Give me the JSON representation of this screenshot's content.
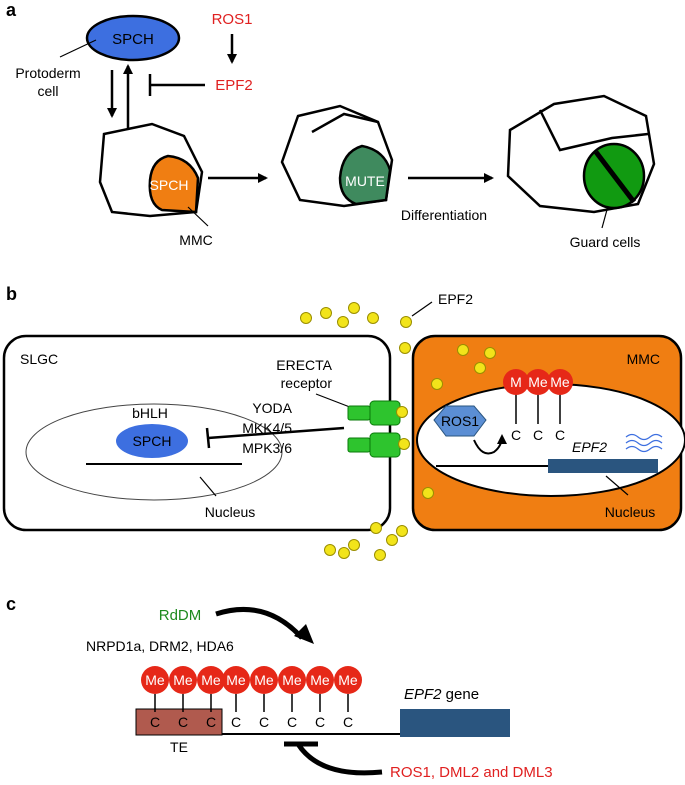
{
  "panel_a": {
    "label": "a",
    "spch_top": "SPCH",
    "ros1": "ROS1",
    "epf2": "EPF2",
    "protoderm_line1": "Protoderm",
    "protoderm_line2": "cell",
    "spch_cell": "SPCH",
    "mmc": "MMC",
    "mute": "MUTE",
    "differentiation": "Differentiation",
    "guard_cells": "Guard cells"
  },
  "panel_b": {
    "label": "b",
    "epf2": "EPF2",
    "slgc": "SLGC",
    "erecta_line1": "ERECTA",
    "erecta_line2": "receptor",
    "yoda": "YODA",
    "mkk": "MKK4/5",
    "mpk": "MPK3/6",
    "bhlh": "bHLH",
    "spch": "SPCH",
    "nucleus_left": "Nucleus",
    "mmc": "MMC",
    "ros1": "ROS1",
    "me_labels": [
      "M",
      "Me",
      "Me"
    ],
    "c_labels": [
      "C",
      "C",
      "C"
    ],
    "epf2_gene": "EPF2",
    "nucleus_right": "Nucleus"
  },
  "panel_c": {
    "label": "c",
    "rddm": "RdDM",
    "enzymes": "NRPD1a, DRM2, HDA6",
    "me_labels": [
      "Me",
      "Me",
      "Me",
      "Me",
      "Me",
      "Me",
      "Me",
      "Me"
    ],
    "c_labels": [
      "C",
      "C",
      "C",
      "C",
      "C",
      "C",
      "C",
      "C"
    ],
    "epf2_gene_italic": "EPF2",
    "gene_word": " gene",
    "te": "TE",
    "demethylases": "ROS1, DML2 and DML3"
  },
  "colors": {
    "spch_blue": "#3d6fe0",
    "mmc_orange": "#f07e12",
    "mute_green": "#3f8a5e",
    "guard_green": "#119a11",
    "red_text": "#e02020",
    "green_text": "#1e8a1e",
    "me_red": "#e62818",
    "ros1_blue": "#5b8ed4",
    "gene_blue": "#2a557f",
    "te_brown": "#b05a4e",
    "receptor_green": "#2ec42e",
    "epf2_yellow": "#f2e41a"
  }
}
